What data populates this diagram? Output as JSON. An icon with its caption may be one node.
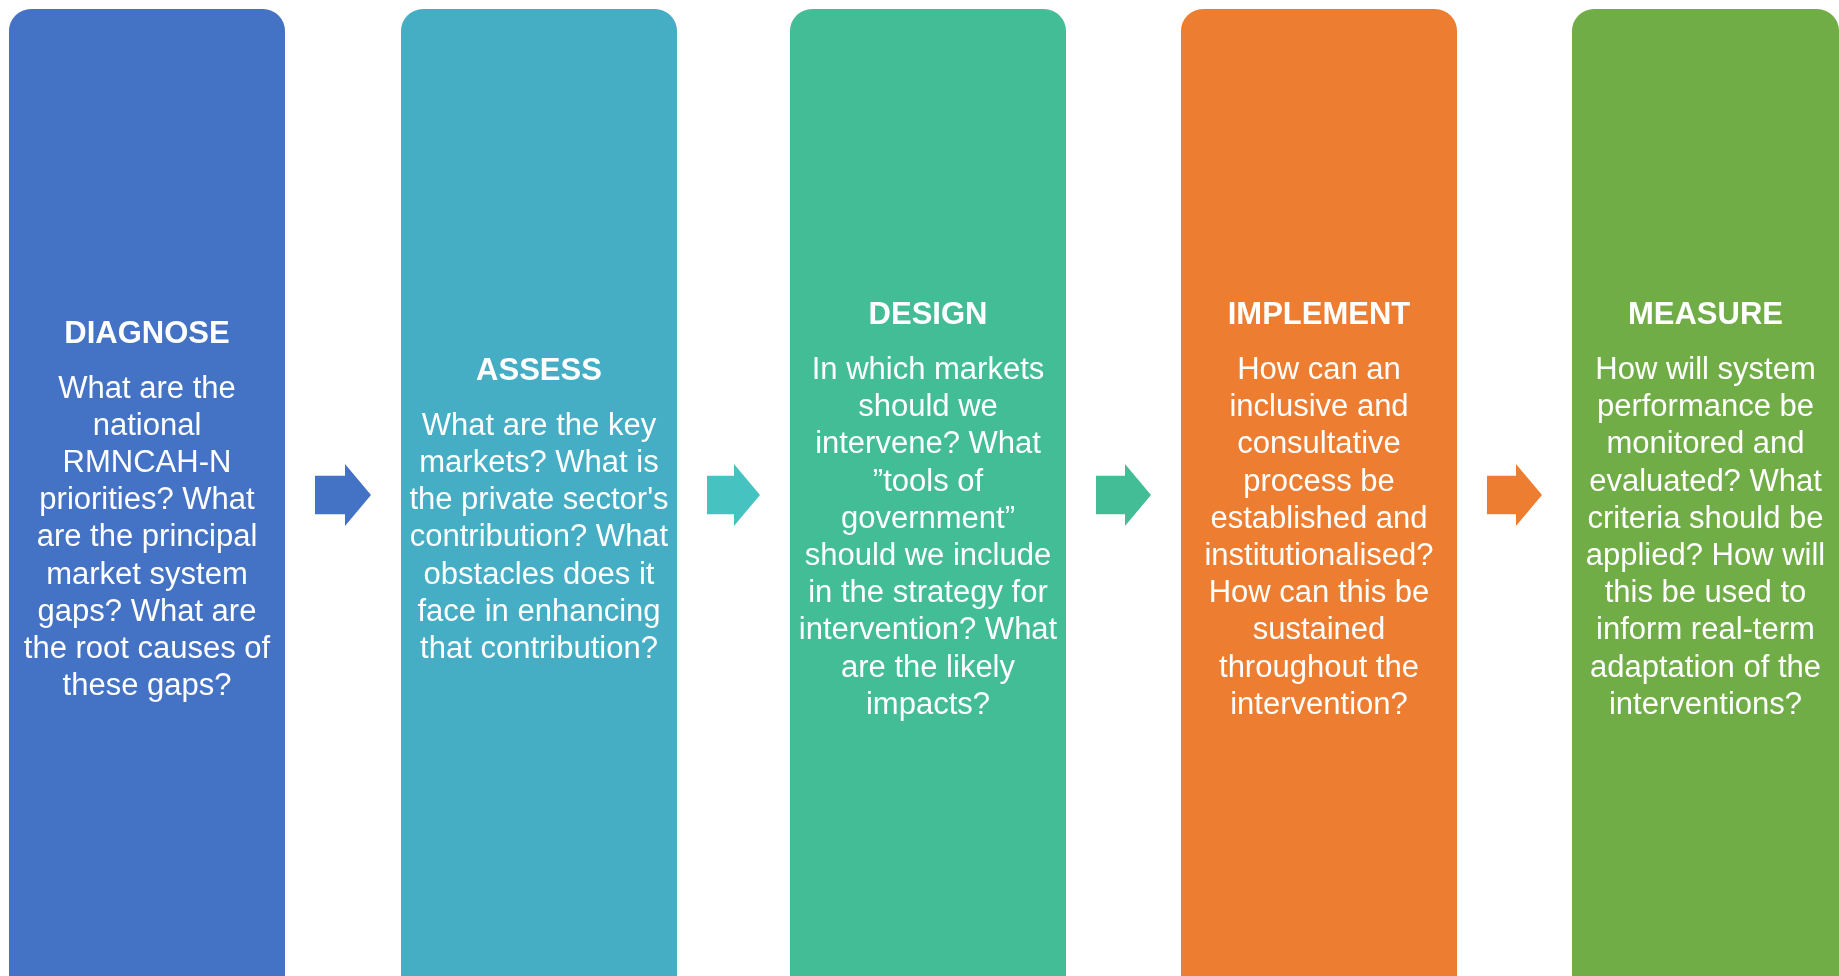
{
  "diagram": {
    "nodes": [
      {
        "text": [
          "DIAGNOSE",
          "What are the national RMNCAH-N priorities? What are the principal market system gaps? What are the root causes of these gaps?"
        ]
      },
      {
        "text": [
          "ASSESS",
          "What are the key markets? What is the private sector's contribution? What obstacles does it face in enhancing that contribution?"
        ]
      },
      {
        "text": [
          "DESIGN",
          "In which markets should we intervene? What ”tools of government” should we include in the strategy for intervention? What are the likely impacts?"
        ]
      },
      {
        "text": [
          "IMPLEMENT",
          "How can an inclusive and consultative process be established and institutionalised? How can this be sustained throughout the intervention?"
        ]
      },
      {
        "text": [
          "MEASURE",
          "How will system performance be monitored and evaluated? What criteria should be applied? How will this be used to inform real-term adaptation of the interventions?"
        ]
      }
    ],
    "edges": [
      {
        "from": 0,
        "to": 1,
        "arrow": "to",
        "style": "thick",
        "color": "#4472c4"
      },
      {
        "from": 1,
        "to": 2,
        "arrow": "to",
        "style": "thick",
        "color": "#46c3c1"
      },
      {
        "from": 2,
        "to": 3,
        "arrow": "to",
        "style": "thick",
        "color": "#43bd96"
      },
      {
        "from": 3,
        "to": 4,
        "arrow": "to",
        "style": "thick",
        "color": "#ed7d31"
      }
    ]
  }
}
